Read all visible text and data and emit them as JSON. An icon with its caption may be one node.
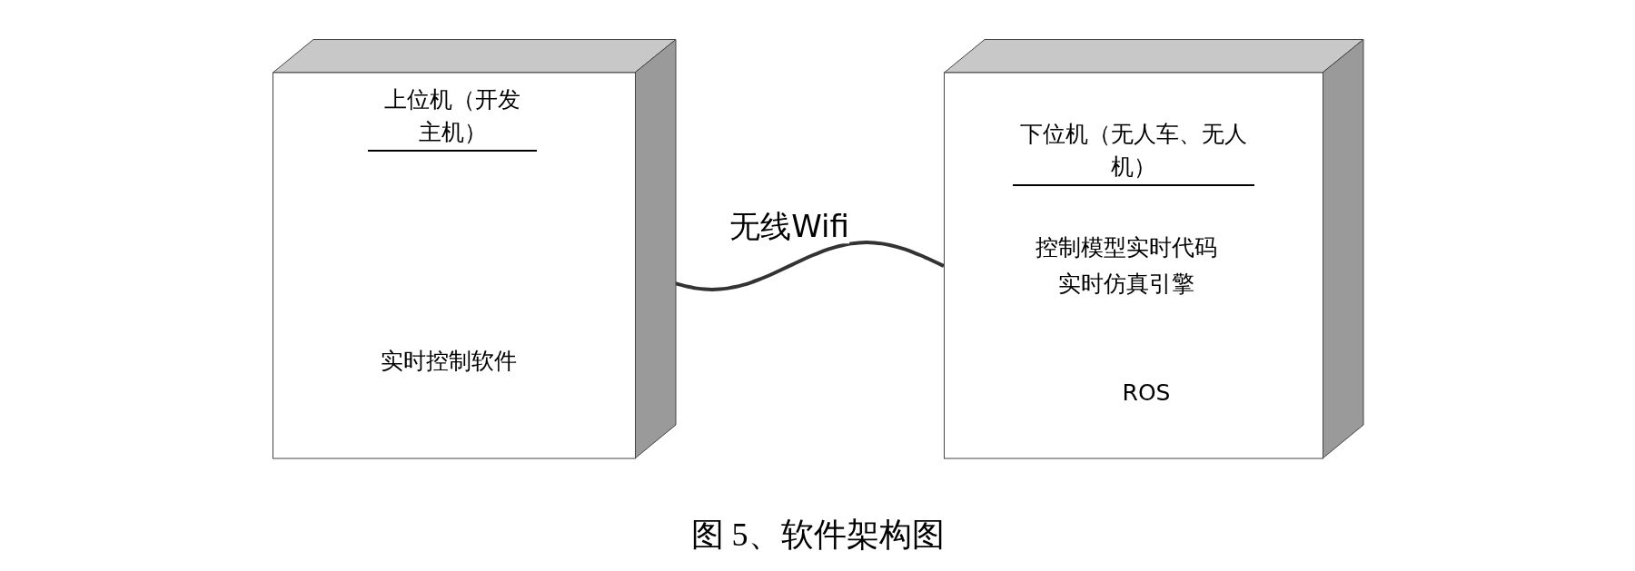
{
  "diagram": {
    "caption": "图 5、软件架构图",
    "nodes": [
      {
        "text": [
          "上位机（开发主机）",
          "实时控制软件"
        ]
      },
      {
        "text": [
          "下位机（无人车、无人机）",
          "控制模型实时代码",
          "实时仿真引擎",
          "ROS"
        ]
      }
    ],
    "edges": [
      {
        "from": 0,
        "to": 1,
        "arrow": "none",
        "label": "无线Wifi"
      }
    ]
  }
}
